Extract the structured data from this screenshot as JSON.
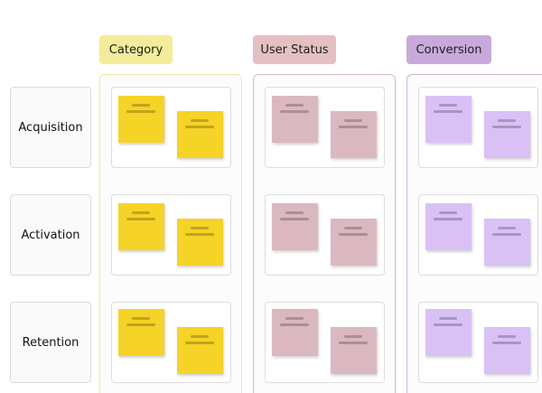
{
  "columns": [
    {
      "label": "Category",
      "header_color": "#f3ec9a",
      "panel_border": "#efe6a6",
      "note_color": "#f5d327"
    },
    {
      "label": "User Status",
      "header_color": "#e5c0c3",
      "panel_border": "#d7b8c4",
      "note_color": "#dbb8bf"
    },
    {
      "label": "Conversion",
      "header_color": "#c9a9db",
      "panel_border": "#cbb3d8",
      "note_color": "#d9c1f6"
    }
  ],
  "rows": [
    {
      "label": "Acquisition"
    },
    {
      "label": "Activation"
    },
    {
      "label": "Retention"
    }
  ]
}
